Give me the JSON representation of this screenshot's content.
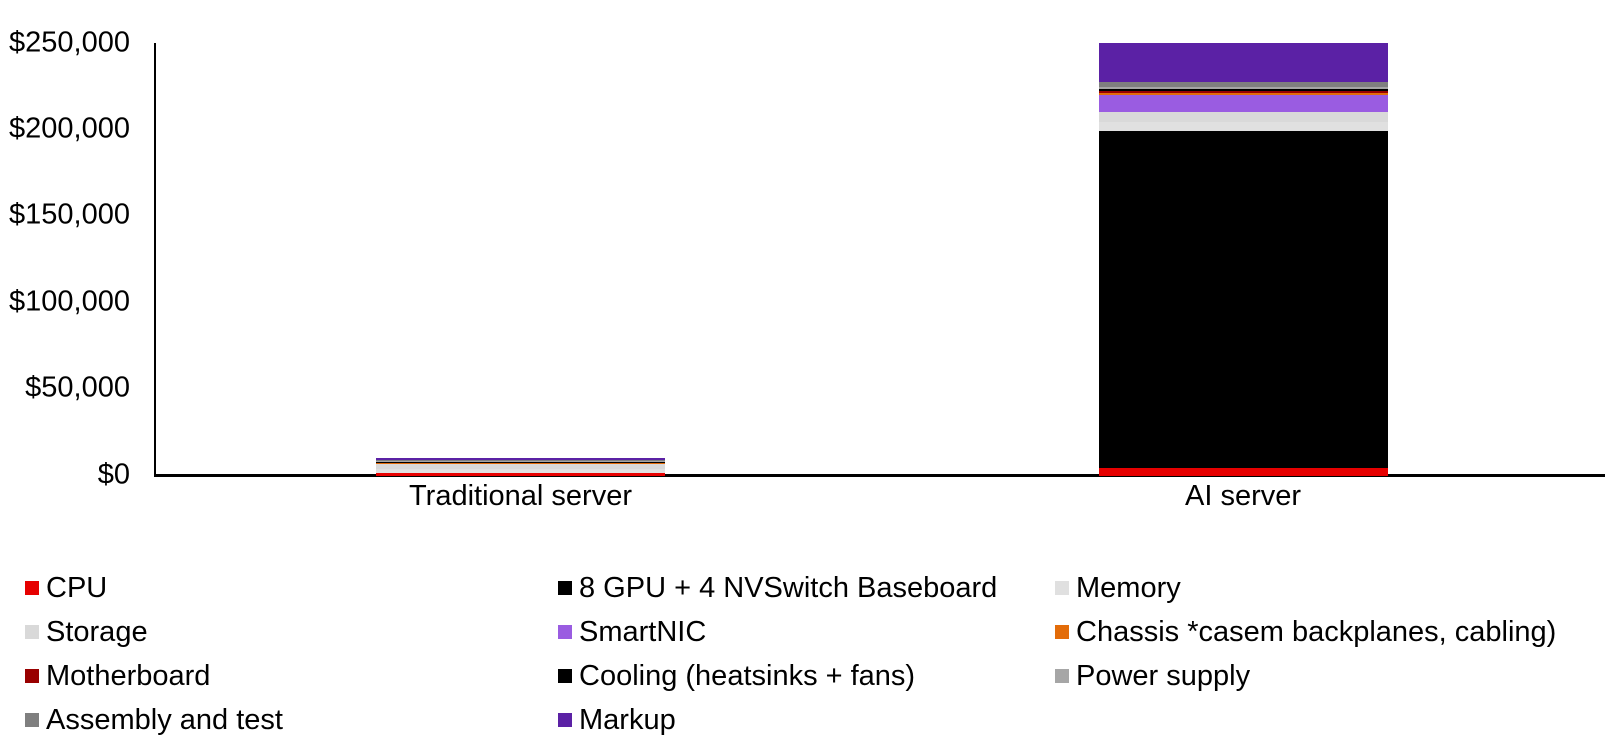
{
  "chart_data": {
    "type": "bar",
    "stacked": true,
    "title": "",
    "xlabel": "",
    "ylabel": "",
    "ylim": [
      0,
      250000
    ],
    "grid": false,
    "legend_position": "bottom",
    "categories": [
      "Traditional server",
      "AI server"
    ],
    "yticks": [
      {
        "value": 0,
        "label": "$0"
      },
      {
        "value": 50000,
        "label": "$50,000"
      },
      {
        "value": 100000,
        "label": "$100,000"
      },
      {
        "value": 150000,
        "label": "$150,000"
      },
      {
        "value": 200000,
        "label": "$200,000"
      },
      {
        "value": 250000,
        "label": "$250,000"
      }
    ],
    "series": [
      {
        "name": "CPU",
        "color": "#E60000",
        "values": [
          1500,
          4200
        ]
      },
      {
        "name": "8 GPU + 4 NVSwitch Baseboard",
        "color": "#000000",
        "values": [
          0,
          195000
        ]
      },
      {
        "name": "Memory",
        "color": "#E0E0E0",
        "values": [
          2500,
          5500
        ]
      },
      {
        "name": "Storage",
        "color": "#D9D9D9",
        "values": [
          2500,
          5500
        ]
      },
      {
        "name": "SmartNIC",
        "color": "#9A5CE1",
        "values": [
          500,
          10000
        ]
      },
      {
        "name": "Chassis *casem backplanes, cabling)",
        "color": "#E36C09",
        "values": [
          300,
          1000
        ]
      },
      {
        "name": "Motherboard",
        "color": "#990000",
        "values": [
          500,
          1200
        ]
      },
      {
        "name": "Cooling (heatsinks + fans)",
        "color": "#000000",
        "values": [
          300,
          1200
        ]
      },
      {
        "name": "Power supply",
        "color": "#A6A6A6",
        "values": [
          400,
          1200
        ]
      },
      {
        "name": "Assembly and test",
        "color": "#7F7F7F",
        "values": [
          500,
          3000
        ]
      },
      {
        "name": "Markup",
        "color": "#5B21A5",
        "values": [
          1000,
          22400
        ]
      }
    ],
    "totals": [
      10000,
      250200
    ]
  }
}
